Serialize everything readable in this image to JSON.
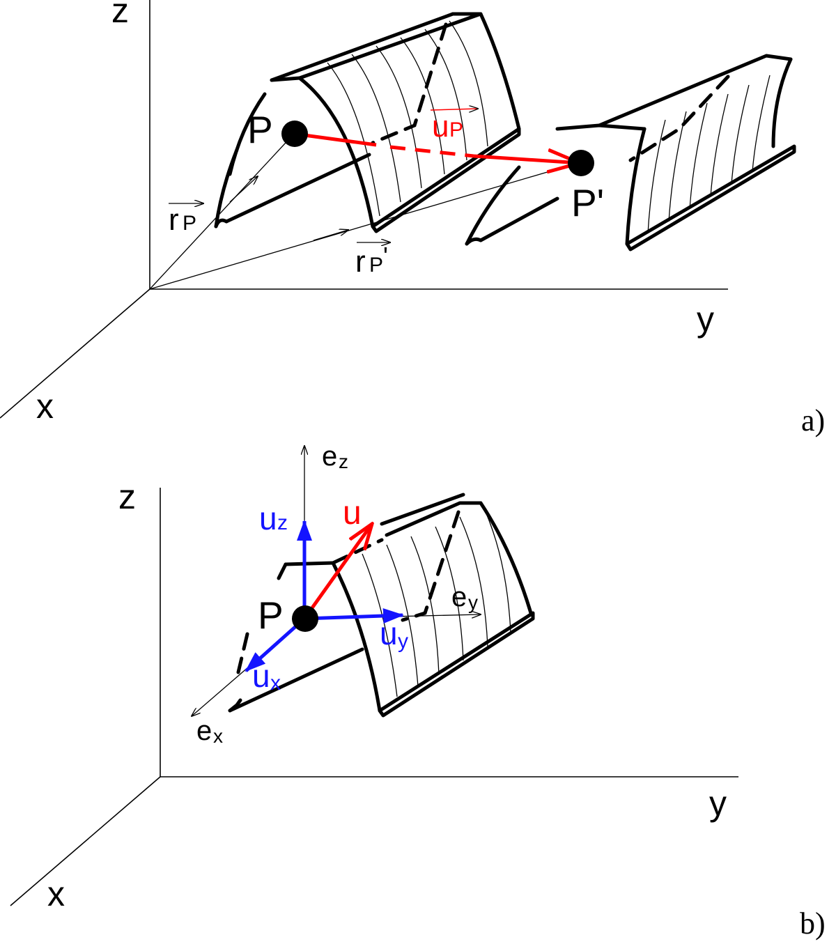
{
  "panel_a": {
    "axis_z": "z",
    "axis_y": "y",
    "axis_x": "x",
    "point_p": "P",
    "point_p_prime": "P'",
    "vector_rp": "r",
    "vector_rp_sub": "P",
    "vector_rp_prime": "r",
    "vector_rp_prime_sub": "P",
    "vector_rp_prime_mark": "'",
    "vector_up": "u",
    "vector_up_sub": "P",
    "panel_label": "a)"
  },
  "panel_b": {
    "axis_z": "z",
    "axis_y": "y",
    "axis_x": "x",
    "point_p": "P",
    "vector_u": "u",
    "comp_uz": "u",
    "comp_uz_sub": "z",
    "comp_uy": "u",
    "comp_uy_sub": "y",
    "comp_ux": "u",
    "comp_ux_sub": "x",
    "basis_ez": "e",
    "basis_ez_sub": "z",
    "basis_ey": "e",
    "basis_ey_sub": "y",
    "basis_ex": "e",
    "basis_ex_sub": "x",
    "panel_label": "b)"
  },
  "colors": {
    "displacement": "#ff0000",
    "components": "#1414ff",
    "lines": "#000000"
  }
}
